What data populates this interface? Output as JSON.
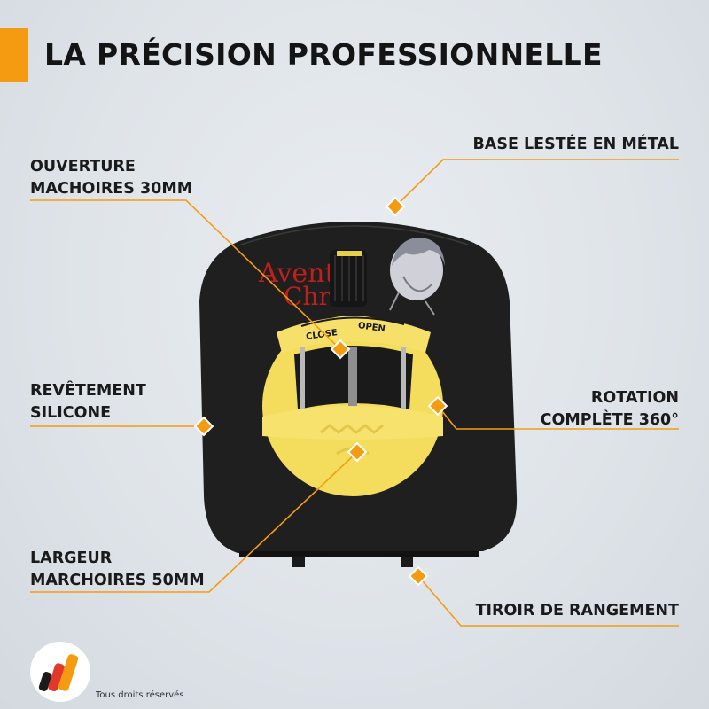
{
  "title": "LA PRÉCISION PROFESSIONNELLE",
  "callouts": {
    "ouverture": {
      "line1": "OUVERTURE",
      "line2": "MACHOIRES 30MM"
    },
    "base": {
      "line1": "BASE LESTÉE EN MÉTAL"
    },
    "revetement": {
      "line1": "REVÊTEMENT",
      "line2": "SILICONE"
    },
    "rotation": {
      "line1": "ROTATION",
      "line2": "COMPLÈTE 360°"
    },
    "largeur": {
      "line1": "LARGEUR",
      "line2": "MARCHOIRES 50MM"
    },
    "tiroir": {
      "line1": "TIROIR DE RANGEMENT"
    }
  },
  "product_marks": {
    "brand_top": "Avent",
    "brand_bottom": "Chr",
    "close": "CLOSE",
    "open": "OPEN"
  },
  "footer": "Tous droits réservés",
  "colors": {
    "accent": "#f59b12",
    "product_yellow": "#f4dc5c",
    "product_black": "#1d1d1d"
  }
}
